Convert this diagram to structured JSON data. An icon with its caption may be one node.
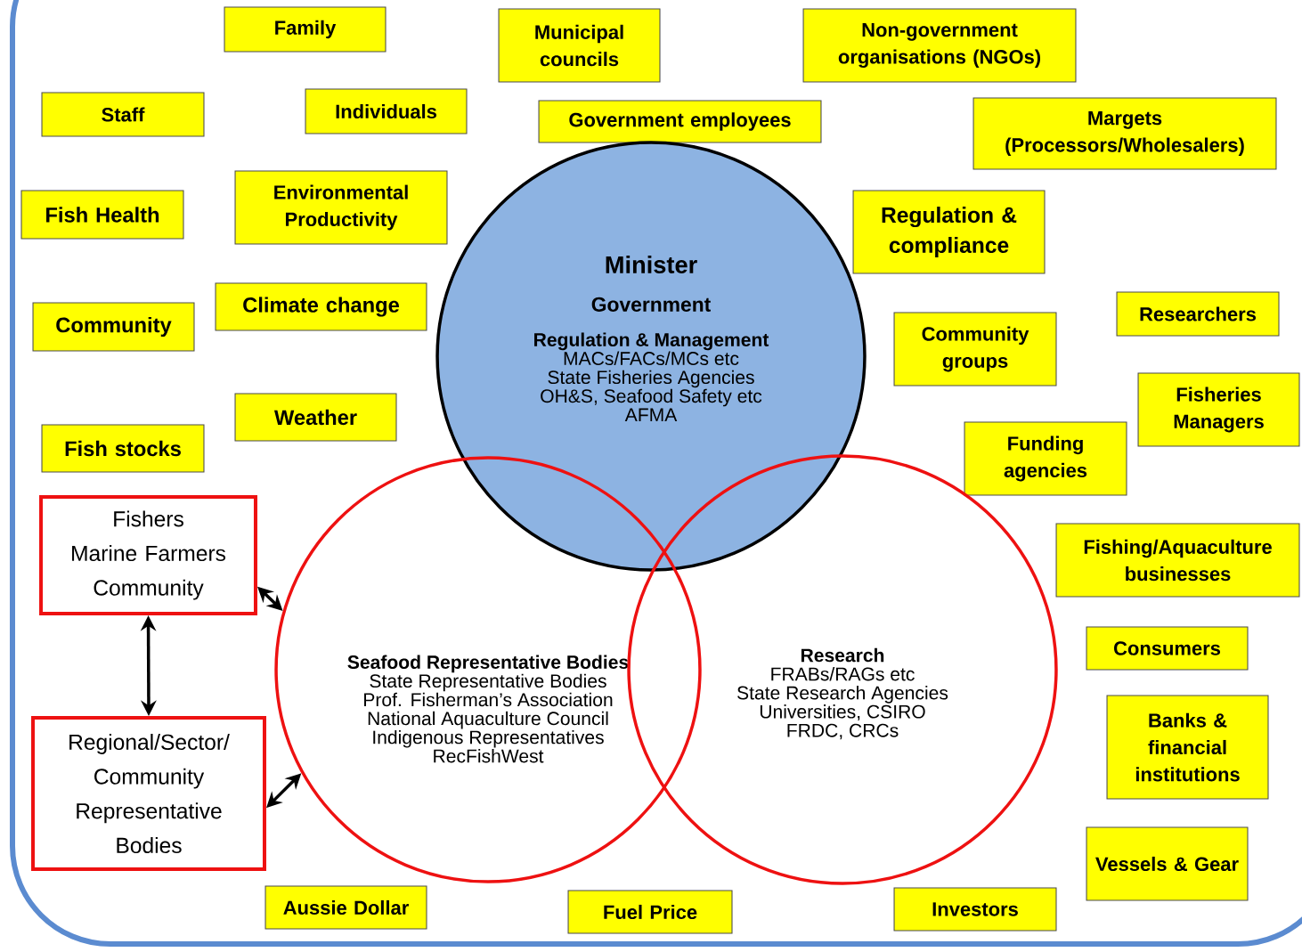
{
  "diagram": {
    "nodes": [
      {
        "text": [
          "Family"
        ]
      },
      {
        "text": [
          "Municipal councils"
        ]
      },
      {
        "text": [
          "Non-government organisations (NGOs)"
        ]
      },
      {
        "text": [
          "Staff"
        ]
      },
      {
        "text": [
          "Individuals"
        ]
      },
      {
        "text": [
          "Government employees"
        ]
      },
      {
        "text": [
          "Margets (Processors/Wholesalers)"
        ]
      },
      {
        "text": [
          "Fish Health"
        ]
      },
      {
        "text": [
          "Environmental Productivity"
        ]
      },
      {
        "text": [
          "Regulation & compliance"
        ]
      },
      {
        "text": [
          "Minister",
          "Government",
          "Regulation & Management",
          "MACs/FACs/MCs etc",
          "State Fisheries Agencies",
          "OH&S, Seafood Safety etc",
          "AFMA"
        ]
      },
      {
        "text": [
          "Community"
        ]
      },
      {
        "text": [
          "Climate change"
        ]
      },
      {
        "text": [
          "Researchers"
        ]
      },
      {
        "text": [
          "Community groups"
        ]
      },
      {
        "text": [
          "Fisheries Managers"
        ]
      },
      {
        "text": [
          "Weather"
        ]
      },
      {
        "text": [
          "Fish stocks"
        ]
      },
      {
        "text": [
          "Funding agencies"
        ]
      },
      {
        "text": [
          "Fishers",
          "Marine Farmers",
          "Community"
        ]
      },
      {
        "text": [
          "Fishing/Aquaculture businesses"
        ]
      },
      {
        "text": [
          "Seafood Representative Bodies",
          "State Representative Bodies",
          "Prof. Fisherman’s Association",
          "National Aquaculture Council",
          "Indigenous Representatives",
          "RecFishWest"
        ]
      },
      {
        "text": [
          "Research",
          "FRABs/RAGs etc",
          "State Research Agencies",
          "Universities, CSIRO",
          "FRDC, CRCs"
        ]
      },
      {
        "text": [
          "Consumers"
        ]
      },
      {
        "text": [
          "Banks & financial institutions"
        ]
      },
      {
        "text": [
          "Regional/Sector/ Community Representative Bodies"
        ]
      },
      {
        "text": [
          "Vessels & Gear"
        ]
      },
      {
        "text": [
          "Aussie Dollar"
        ]
      },
      {
        "text": [
          "Fuel Price"
        ]
      },
      {
        "text": [
          "Investors"
        ]
      }
    ],
    "edges": [
      {
        "from": 19,
        "to": 21,
        "arrow": "both"
      },
      {
        "from": 19,
        "to": 25,
        "arrow": "both"
      },
      {
        "from": 25,
        "to": 21,
        "arrow": "both"
      }
    ]
  }
}
